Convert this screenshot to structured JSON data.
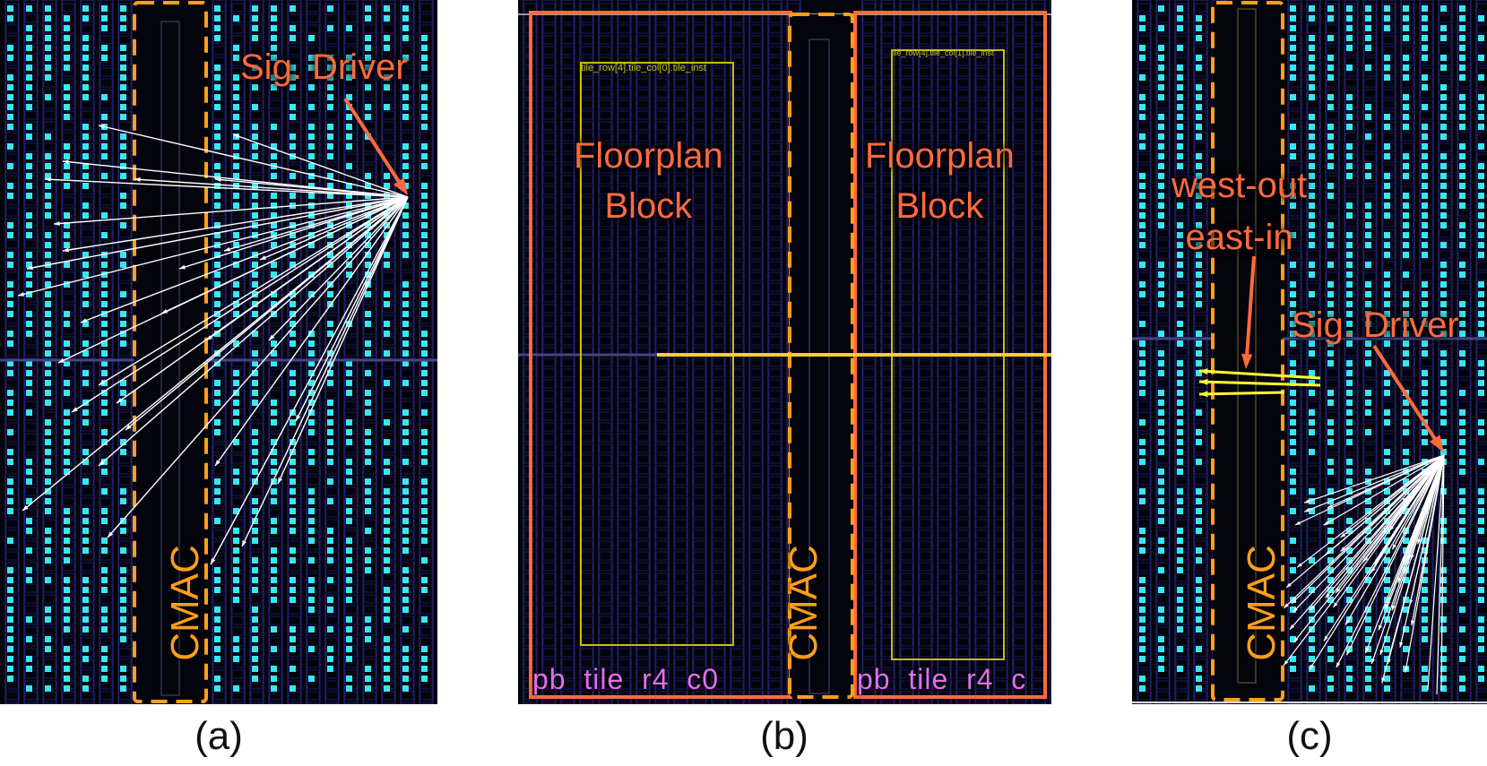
{
  "panels": [
    {
      "id": "a",
      "caption": "(a)",
      "driver_label": "Sig. Driver",
      "macro_label": "CMAC",
      "colors": {
        "fanout": "#ffffff",
        "driver_arrow": "#ff6a3d",
        "macro_outline": "#ff9f1a"
      }
    },
    {
      "id": "b",
      "caption": "(b)",
      "floorplan_left_label": "Floorplan\nBlock",
      "floorplan_right_label": "Floorplan\nBlock",
      "macro_label": "CMAC",
      "pb_left_label": "pb  tile  r4  c0",
      "pb_right_label": "pb  tile  r4  c",
      "inst_left_label": "tile_row[4].tile_col[0].tile_inst",
      "inst_right_label": "tile_row[4].tile_col[1].tile_inst",
      "colors": {
        "floorplan_outline": "#ff6a3d",
        "pb_text": "#e070e8",
        "net": "#ffcc33"
      }
    },
    {
      "id": "c",
      "caption": "(c)",
      "route_label": "west-out\neast-in",
      "driver_label": "Sig. Driver",
      "macro_label": "CMAC",
      "colors": {
        "fanout": "#ffffff",
        "route": "#ffff33",
        "driver_arrow": "#ff6a3d"
      }
    }
  ],
  "palette": {
    "cell": "#38e8f0",
    "grid": "#2a2a80",
    "background": "#04040c"
  }
}
